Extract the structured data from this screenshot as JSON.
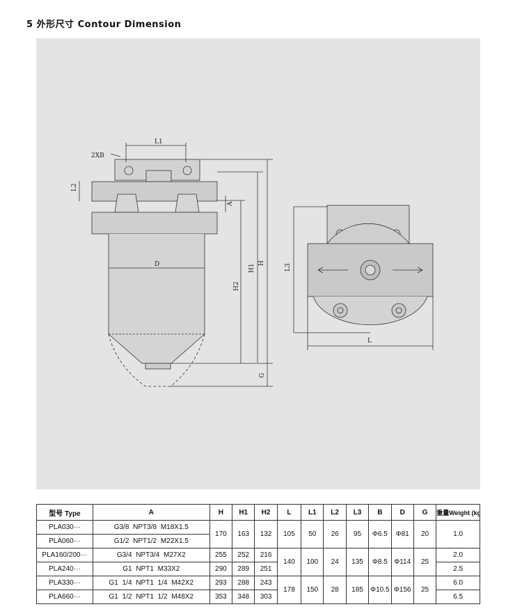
{
  "heading": "5 外形尺寸 Contour Dimension",
  "drawing": {
    "labels": {
      "l1": "L1",
      "twoxb": "2XB",
      "l2": "L2",
      "a": "A",
      "d": "D",
      "h1": "H1",
      "h": "H",
      "h2": "H2",
      "g": "G",
      "l3": "L3",
      "l": "L"
    }
  },
  "table": {
    "headers": [
      "型号 Type",
      "A",
      "H",
      "H1",
      "H2",
      "L",
      "L1",
      "L2",
      "L3",
      "B",
      "D",
      "G",
      "重量Weight (kg)"
    ],
    "rows": [
      {
        "type": "PLA030···",
        "a": "G3/8  NPT3/8  M18X1.5",
        "h": "170",
        "h1": "163",
        "h2": "132",
        "l": "105",
        "l1": "50",
        "l2": "26",
        "l3": "95",
        "b": "Φ6.5",
        "d": "Φ81",
        "g": "20",
        "weight": "1.0"
      },
      {
        "type": "PLA060···",
        "a": "G1/2  NPT1/2  M22X1.5",
        "weight": "1.0"
      },
      {
        "type": "PLA160/200···",
        "a": "G3/4  NPT3/4  M27X2",
        "h": "255",
        "h1": "252",
        "h2": "216",
        "l": "140",
        "l1": "100",
        "l2": "24",
        "l3": "135",
        "b": "Φ8.5",
        "d": "Φ114",
        "g": "25",
        "weight": "2.0"
      },
      {
        "type": "PLA240···",
        "a": "G1    NPT1    M33X2",
        "h": "290",
        "h1": "289",
        "h2": "251",
        "weight": "2.5"
      },
      {
        "type": "PLA330···",
        "a": "G1 1/4  NPT1 1/4  M42X2",
        "h": "293",
        "h1": "288",
        "h2": "243",
        "l": "178",
        "l1": "150",
        "l2": "28",
        "l3": "185",
        "b": "Φ10.5",
        "d": "Φ156",
        "g": "25",
        "weight": "6.0"
      },
      {
        "type": "PLA660···",
        "a": "G1 1/2  NPT1 1/2  M48X2",
        "h": "353",
        "h1": "348",
        "h2": "303",
        "weight": "6.5"
      }
    ]
  }
}
